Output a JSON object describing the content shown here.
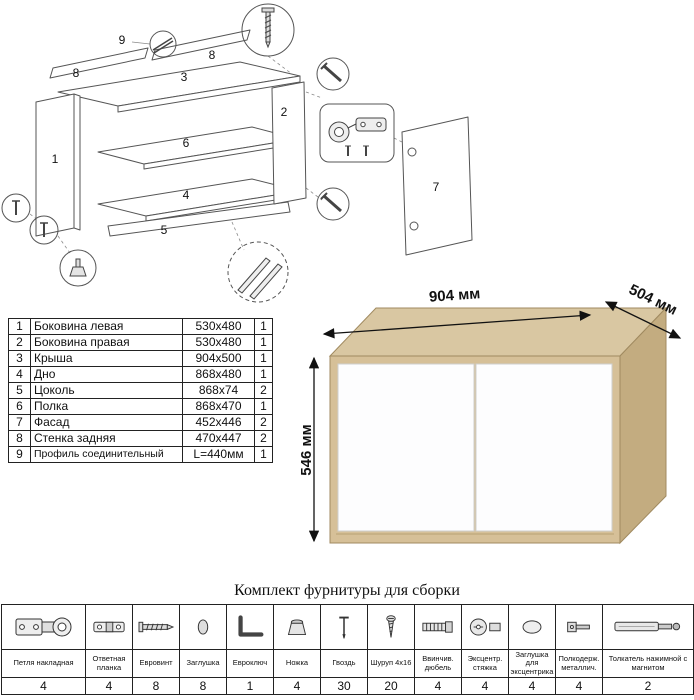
{
  "colors": {
    "wood-top": "#d9c7a2",
    "wood-front": "#d6c098",
    "wood-side": "#c3ac80",
    "door-white": "#fdfdfe"
  },
  "assembly_diagram": {
    "labels": {
      "p1": "1",
      "p2": "2",
      "p3": "3",
      "p4": "4",
      "p5": "5",
      "p6": "6",
      "p7": "7",
      "p8a": "8",
      "p8b": "8",
      "p9": "9"
    }
  },
  "parts_table": {
    "rows": [
      {
        "num": "1",
        "name": "Боковина левая",
        "size": "530x480",
        "qty": "1"
      },
      {
        "num": "2",
        "name": "Боковина правая",
        "size": "530x480",
        "qty": "1"
      },
      {
        "num": "3",
        "name": "Крыша",
        "size": "904x500",
        "qty": "1"
      },
      {
        "num": "4",
        "name": "Дно",
        "size": "868x480",
        "qty": "1"
      },
      {
        "num": "5",
        "name": "Цоколь",
        "size": "868x74",
        "qty": "2"
      },
      {
        "num": "6",
        "name": "Полка",
        "size": "868x470",
        "qty": "1"
      },
      {
        "num": "7",
        "name": "Фасад",
        "size": "452x446",
        "qty": "2"
      },
      {
        "num": "8",
        "name": "Стенка задняя",
        "size": "470x447",
        "qty": "2"
      },
      {
        "num": "9",
        "name": "Профиль соединительный",
        "size": "L=440мм",
        "qty": "1"
      }
    ]
  },
  "product_view": {
    "width_label": "904 мм",
    "depth_label": "504 мм",
    "height_label": "546 мм"
  },
  "hardware_kit": {
    "title": "Комплект фурнитуры для сборки",
    "items": [
      {
        "name": "Петля накладная",
        "qty": "4"
      },
      {
        "name": "Ответная планка",
        "qty": "4"
      },
      {
        "name": "Евровинт",
        "qty": "8"
      },
      {
        "name": "Заглушка",
        "qty": "8"
      },
      {
        "name": "Евроключ",
        "qty": "1"
      },
      {
        "name": "Ножка",
        "qty": "4"
      },
      {
        "name": "Гвоздь",
        "qty": "30"
      },
      {
        "name": "Шуруп 4x16",
        "qty": "20"
      },
      {
        "name": "Ввинчив. дюбель",
        "qty": "4"
      },
      {
        "name": "Эксцентр. стяжка",
        "qty": "4"
      },
      {
        "name": "Заглушка для эксцентрика",
        "qty": "4"
      },
      {
        "name": "Полкодерж. металлич.",
        "qty": "4"
      },
      {
        "name": "Толкатель нажимной с магнитом",
        "qty": "2"
      }
    ]
  }
}
